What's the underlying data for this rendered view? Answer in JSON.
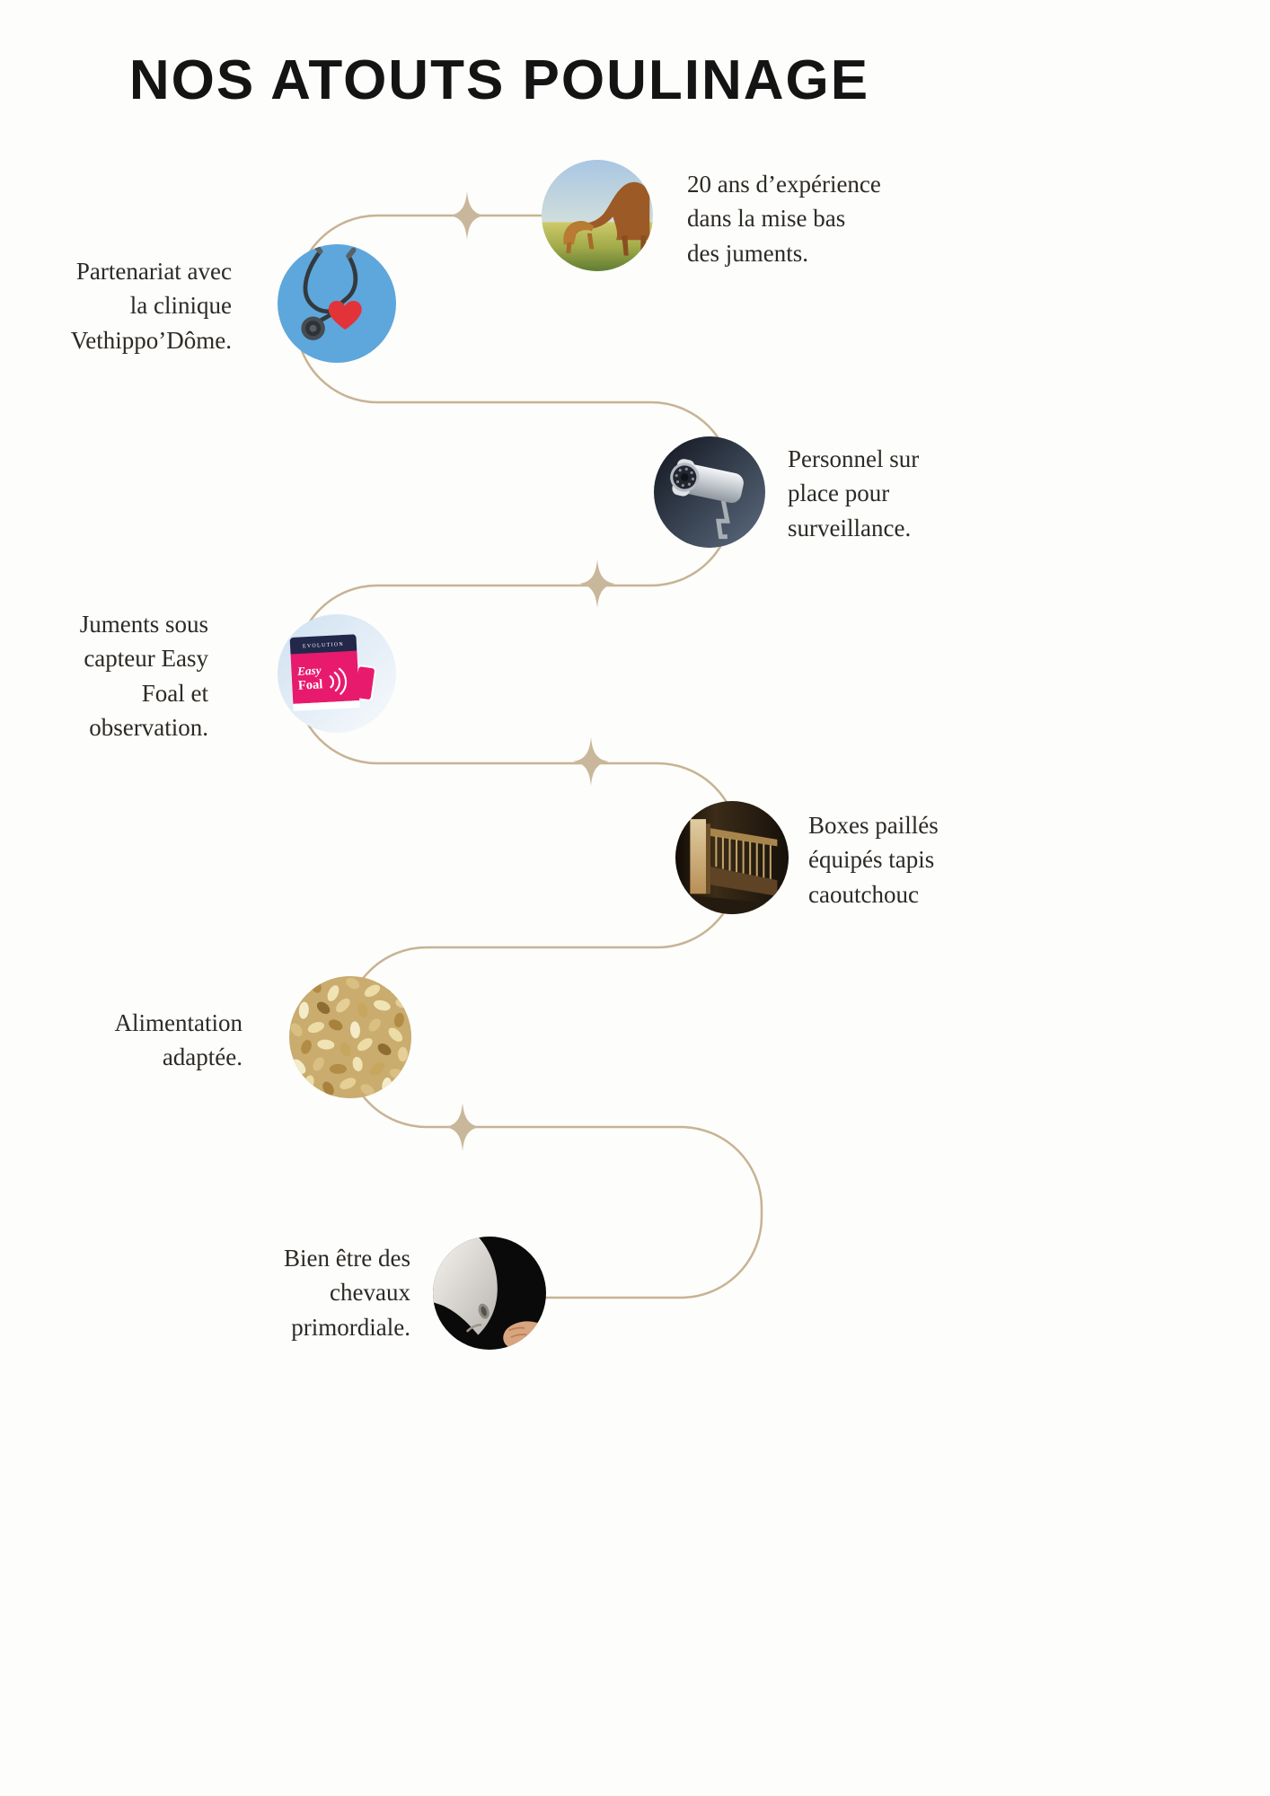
{
  "page": {
    "title": "NOS ATOUTS POULINAGE",
    "background_color": "#fdfdfb",
    "path_color": "#c7b394",
    "sparkle_color": "#c9b79b",
    "text_color": "#2d2a26"
  },
  "items": [
    {
      "name": "experience",
      "side": "right",
      "image": "horse-and-foal-photo",
      "text": "20 ans d’expérience\ndans la mise bas\ndes juments."
    },
    {
      "name": "clinique",
      "side": "left",
      "image": "stethoscope-heart-photo",
      "text": "Partenariat avec\nla clinique\nVethippo’Dôme."
    },
    {
      "name": "surveillance",
      "side": "right",
      "image": "security-camera-photo",
      "text": "Personnel sur\nplace pour\nsurveillance."
    },
    {
      "name": "capteur",
      "side": "left",
      "image": "easy-foal-sensor-photo",
      "text": "Juments sous\ncapteur Easy\nFoal et\nobservation.",
      "device": {
        "brand": "EVOLUTION",
        "line1": "Easy",
        "line2": "Foal"
      }
    },
    {
      "name": "boxes",
      "side": "right",
      "image": "stable-boxes-photo",
      "text": "Boxes paillés\néquipés tapis\ncaoutchouc"
    },
    {
      "name": "alimentation",
      "side": "left",
      "image": "grain-feed-photo",
      "text": "Alimentation\nadaptée."
    },
    {
      "name": "bien-etre",
      "side": "left",
      "image": "horse-muzzle-photo",
      "text": "Bien être des\nchevaux\nprimordiale."
    }
  ]
}
